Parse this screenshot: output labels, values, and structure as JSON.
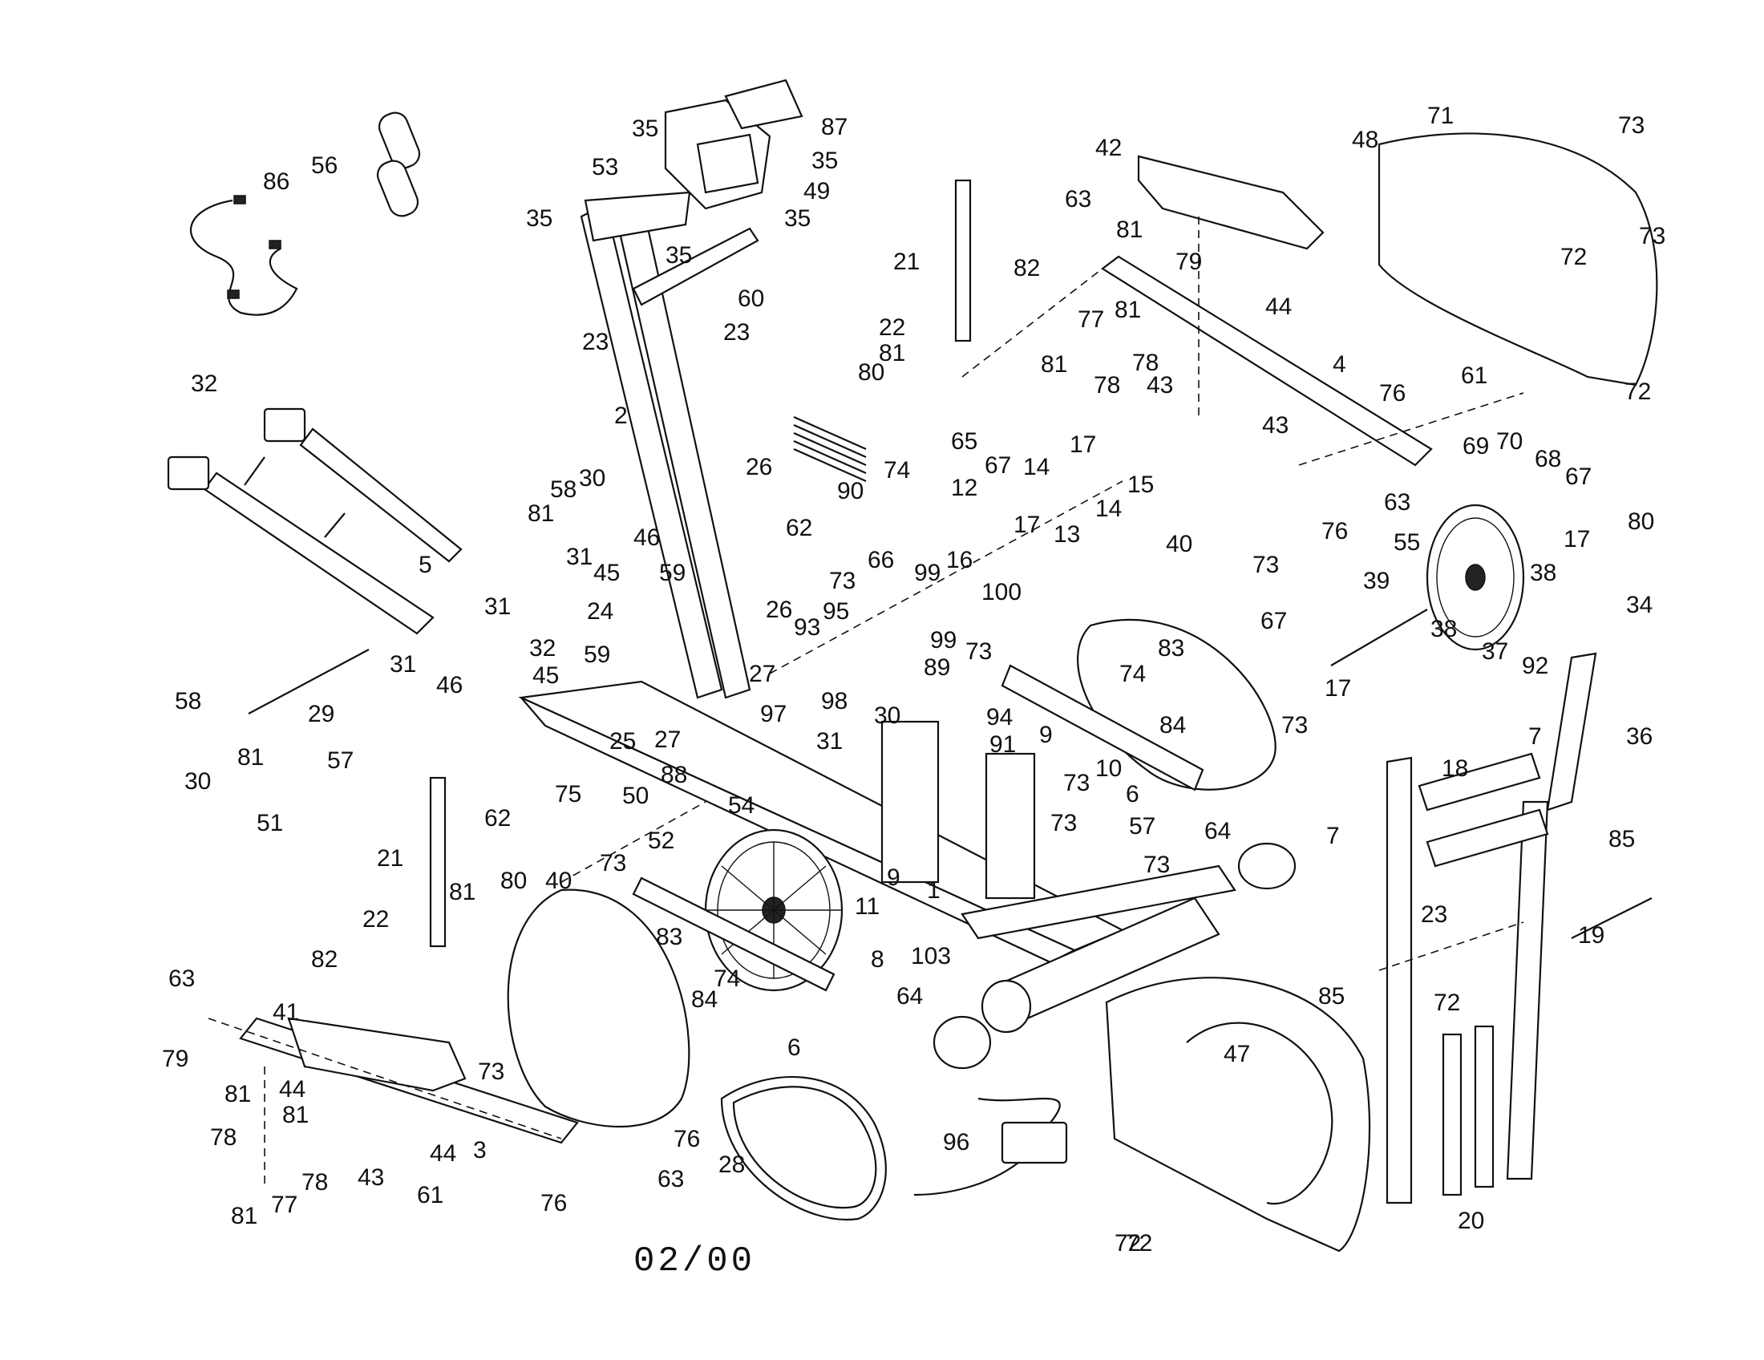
{
  "date_code": "02/00",
  "callouts": [
    {
      "id": "c1",
      "text": "56"
    },
    {
      "id": "c2",
      "text": "86"
    },
    {
      "id": "c3",
      "text": "35"
    },
    {
      "id": "c4",
      "text": "87"
    },
    {
      "id": "c5",
      "text": "53"
    },
    {
      "id": "c6",
      "text": "35"
    },
    {
      "id": "c7",
      "text": "49"
    },
    {
      "id": "c8",
      "text": "35"
    },
    {
      "id": "c9",
      "text": "35"
    },
    {
      "id": "c10",
      "text": "35"
    },
    {
      "id": "c11",
      "text": "60"
    },
    {
      "id": "c12",
      "text": "23"
    },
    {
      "id": "c13",
      "text": "23"
    },
    {
      "id": "c14",
      "text": "2"
    },
    {
      "id": "c15",
      "text": "32"
    },
    {
      "id": "c16",
      "text": "26"
    },
    {
      "id": "c17",
      "text": "90"
    },
    {
      "id": "c18",
      "text": "30"
    },
    {
      "id": "c19",
      "text": "58"
    },
    {
      "id": "c20",
      "text": "81"
    },
    {
      "id": "c21",
      "text": "31"
    },
    {
      "id": "c22",
      "text": "31"
    },
    {
      "id": "c23",
      "text": "5"
    },
    {
      "id": "c24",
      "text": "46"
    },
    {
      "id": "c25",
      "text": "45"
    },
    {
      "id": "c26",
      "text": "59"
    },
    {
      "id": "c27",
      "text": "62"
    },
    {
      "id": "c28",
      "text": "24"
    },
    {
      "id": "c29",
      "text": "26"
    },
    {
      "id": "c30",
      "text": "93"
    },
    {
      "id": "c31",
      "text": "95"
    },
    {
      "id": "c32",
      "text": "73"
    },
    {
      "id": "c33",
      "text": "27"
    },
    {
      "id": "c34",
      "text": "97"
    },
    {
      "id": "c35",
      "text": "98"
    },
    {
      "id": "c36",
      "text": "31"
    },
    {
      "id": "c37",
      "text": "32"
    },
    {
      "id": "c38",
      "text": "45"
    },
    {
      "id": "c39",
      "text": "59"
    },
    {
      "id": "c40",
      "text": "46"
    },
    {
      "id": "c41",
      "text": "25"
    },
    {
      "id": "c42",
      "text": "27"
    },
    {
      "id": "c43",
      "text": "31"
    },
    {
      "id": "c44",
      "text": "29"
    },
    {
      "id": "c45",
      "text": "58"
    },
    {
      "id": "c46",
      "text": "81"
    },
    {
      "id": "c47",
      "text": "30"
    },
    {
      "id": "c48",
      "text": "57"
    },
    {
      "id": "c49",
      "text": "75"
    },
    {
      "id": "c50",
      "text": "62"
    },
    {
      "id": "c51",
      "text": "88"
    },
    {
      "id": "c52",
      "text": "50"
    },
    {
      "id": "c53",
      "text": "54"
    },
    {
      "id": "c54",
      "text": "52"
    },
    {
      "id": "c55",
      "text": "51"
    },
    {
      "id": "c56",
      "text": "21"
    },
    {
      "id": "c57",
      "text": "73"
    },
    {
      "id": "c58",
      "text": "81"
    },
    {
      "id": "c59",
      "text": "80"
    },
    {
      "id": "c60",
      "text": "40"
    },
    {
      "id": "c61",
      "text": "22"
    },
    {
      "id": "c62",
      "text": "82"
    },
    {
      "id": "c63",
      "text": "63"
    },
    {
      "id": "c64",
      "text": "41"
    },
    {
      "id": "c65",
      "text": "79"
    },
    {
      "id": "c66",
      "text": "81"
    },
    {
      "id": "c67",
      "text": "44"
    },
    {
      "id": "c68",
      "text": "81"
    },
    {
      "id": "c69",
      "text": "78"
    },
    {
      "id": "c70",
      "text": "78"
    },
    {
      "id": "c71",
      "text": "77"
    },
    {
      "id": "c72",
      "text": "81"
    },
    {
      "id": "c73",
      "text": "43"
    },
    {
      "id": "c74",
      "text": "3"
    },
    {
      "id": "c75",
      "text": "44"
    },
    {
      "id": "c76",
      "text": "73"
    },
    {
      "id": "c77",
      "text": "61"
    },
    {
      "id": "c78",
      "text": "76"
    },
    {
      "id": "c79",
      "text": "63"
    },
    {
      "id": "c80",
      "text": "28"
    },
    {
      "id": "c81",
      "text": "76"
    },
    {
      "id": "c82",
      "text": "6"
    },
    {
      "id": "c83",
      "text": "83"
    },
    {
      "id": "c84",
      "text": "74"
    },
    {
      "id": "c85",
      "text": "84"
    },
    {
      "id": "c86",
      "text": "8"
    },
    {
      "id": "c87",
      "text": "11"
    },
    {
      "id": "c88",
      "text": "9"
    },
    {
      "id": "c89",
      "text": "1"
    },
    {
      "id": "c90",
      "text": "103"
    },
    {
      "id": "c91",
      "text": "64"
    },
    {
      "id": "c92",
      "text": "96"
    },
    {
      "id": "c93",
      "text": "72"
    },
    {
      "id": "c94",
      "text": "47"
    },
    {
      "id": "c95",
      "text": "64"
    },
    {
      "id": "c96",
      "text": "21"
    },
    {
      "id": "c97",
      "text": "22"
    },
    {
      "id": "c98",
      "text": "82"
    },
    {
      "id": "c99",
      "text": "80"
    },
    {
      "id": "c100",
      "text": "81"
    },
    {
      "id": "c101",
      "text": "65"
    },
    {
      "id": "c102",
      "text": "74"
    },
    {
      "id": "c103",
      "text": "12"
    },
    {
      "id": "c104",
      "text": "67"
    },
    {
      "id": "c105",
      "text": "14"
    },
    {
      "id": "c106",
      "text": "17"
    },
    {
      "id": "c107",
      "text": "15"
    },
    {
      "id": "c108",
      "text": "14"
    },
    {
      "id": "c109",
      "text": "13"
    },
    {
      "id": "c110",
      "text": "17"
    },
    {
      "id": "c111",
      "text": "16"
    },
    {
      "id": "c112",
      "text": "66"
    },
    {
      "id": "c113",
      "text": "99"
    },
    {
      "id": "c114",
      "text": "100"
    },
    {
      "id": "c115",
      "text": "99"
    },
    {
      "id": "c116",
      "text": "73"
    },
    {
      "id": "c117",
      "text": "89"
    },
    {
      "id": "c118",
      "text": "30"
    },
    {
      "id": "c119",
      "text": "94"
    },
    {
      "id": "c120",
      "text": "91"
    },
    {
      "id": "c121",
      "text": "9"
    },
    {
      "id": "c122",
      "text": "10"
    },
    {
      "id": "c123",
      "text": "73"
    },
    {
      "id": "c124",
      "text": "73"
    },
    {
      "id": "c125",
      "text": "57"
    },
    {
      "id": "c126",
      "text": "73"
    },
    {
      "id": "c127",
      "text": "40"
    },
    {
      "id": "c128",
      "text": "73"
    },
    {
      "id": "c129",
      "text": "74"
    },
    {
      "id": "c130",
      "text": "83"
    },
    {
      "id": "c131",
      "text": "84"
    },
    {
      "id": "c132",
      "text": "6"
    },
    {
      "id": "c133",
      "text": "67"
    },
    {
      "id": "c134",
      "text": "73"
    },
    {
      "id": "c135",
      "text": "17"
    },
    {
      "id": "c136",
      "text": "63"
    },
    {
      "id": "c137",
      "text": "42"
    },
    {
      "id": "c138",
      "text": "81"
    },
    {
      "id": "c139",
      "text": "79"
    },
    {
      "id": "c140",
      "text": "44"
    },
    {
      "id": "c141",
      "text": "77"
    },
    {
      "id": "c142",
      "text": "81"
    },
    {
      "id": "c143",
      "text": "78"
    },
    {
      "id": "c144",
      "text": "81"
    },
    {
      "id": "c145",
      "text": "78"
    },
    {
      "id": "c146",
      "text": "43"
    },
    {
      "id": "c147",
      "text": "43"
    },
    {
      "id": "c148",
      "text": "4"
    },
    {
      "id": "c149",
      "text": "76"
    },
    {
      "id": "c150",
      "text": "63"
    },
    {
      "id": "c151",
      "text": "76"
    },
    {
      "id": "c152",
      "text": "61"
    },
    {
      "id": "c153",
      "text": "69"
    },
    {
      "id": "c154",
      "text": "70"
    },
    {
      "id": "c155",
      "text": "68"
    },
    {
      "id": "c156",
      "text": "67"
    },
    {
      "id": "c157",
      "text": "17"
    },
    {
      "id": "c158",
      "text": "55"
    },
    {
      "id": "c159",
      "text": "38"
    },
    {
      "id": "c160",
      "text": "39"
    },
    {
      "id": "c161",
      "text": "38"
    },
    {
      "id": "c162",
      "text": "37"
    },
    {
      "id": "c163",
      "text": "92"
    },
    {
      "id": "c164",
      "text": "80"
    },
    {
      "id": "c165",
      "text": "34"
    },
    {
      "id": "c166",
      "text": "36"
    },
    {
      "id": "c167",
      "text": "7"
    },
    {
      "id": "c168",
      "text": "71"
    },
    {
      "id": "c169",
      "text": "73"
    },
    {
      "id": "c170",
      "text": "48"
    },
    {
      "id": "c171",
      "text": "73"
    },
    {
      "id": "c172",
      "text": "72"
    },
    {
      "id": "c173",
      "text": "72"
    },
    {
      "id": "c174",
      "text": "18"
    },
    {
      "id": "c175",
      "text": "7"
    },
    {
      "id": "c176",
      "text": "85"
    },
    {
      "id": "c177",
      "text": "19"
    },
    {
      "id": "c178",
      "text": "23"
    },
    {
      "id": "c179",
      "text": "85"
    },
    {
      "id": "c180",
      "text": "72"
    },
    {
      "id": "c181",
      "text": "20"
    },
    {
      "id": "c182",
      "text": "72"
    }
  ]
}
